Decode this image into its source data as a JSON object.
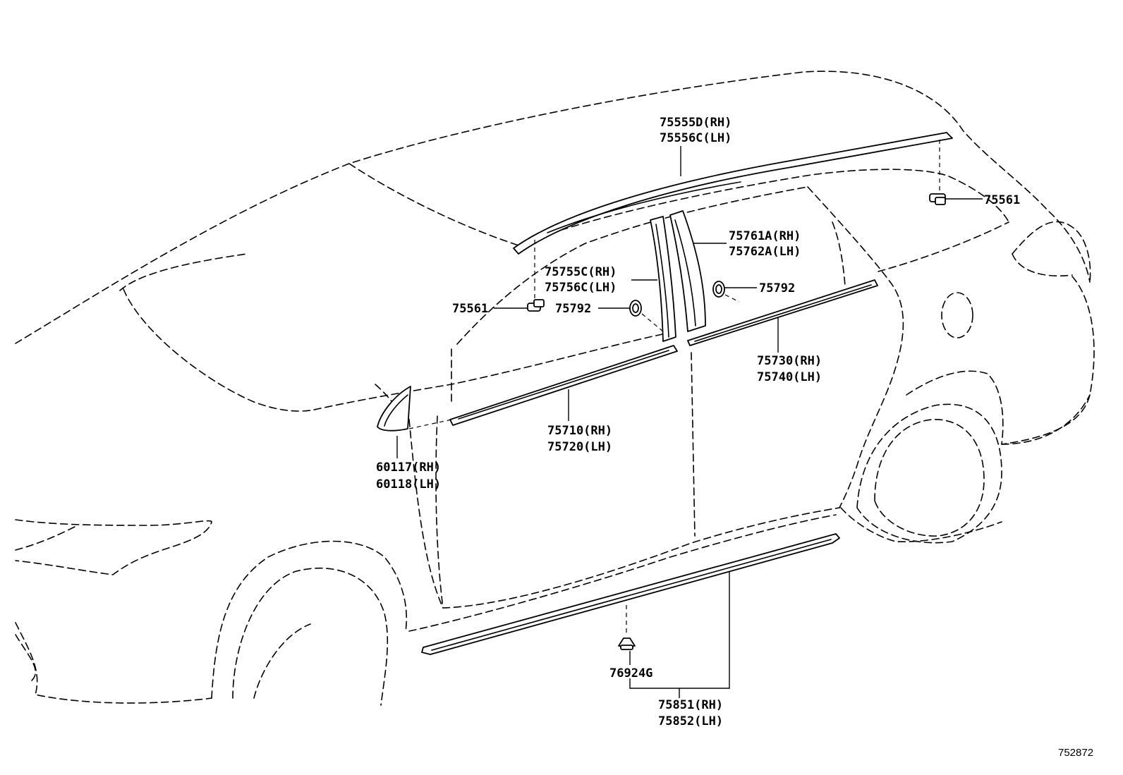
{
  "labels": {
    "roof_molding_rh": "75555D(RH)",
    "roof_molding_lh": "75556C(LH)",
    "clip_rear": "75561",
    "clip_front": "75561",
    "pillar_rear_rh": "75761A(RH)",
    "pillar_rear_lh": "75762A(LH)",
    "pillar_front_rh": "75755C(RH)",
    "pillar_front_lh": "75756C(LH)",
    "clip_rear_door": "75792",
    "clip_front_door": "75792",
    "belt_rear_rh": "75730(RH)",
    "belt_rear_lh": "75740(LH)",
    "belt_front_rh": "75710(RH)",
    "belt_front_lh": "75720(LH)",
    "mirror_cover_rh": "60117(RH)",
    "mirror_cover_lh": "60118(LH)",
    "rocker_clip": "76924G",
    "rocker_rh": "75851(RH)",
    "rocker_lh": "75852(LH)",
    "diagram_ref": "752872"
  }
}
